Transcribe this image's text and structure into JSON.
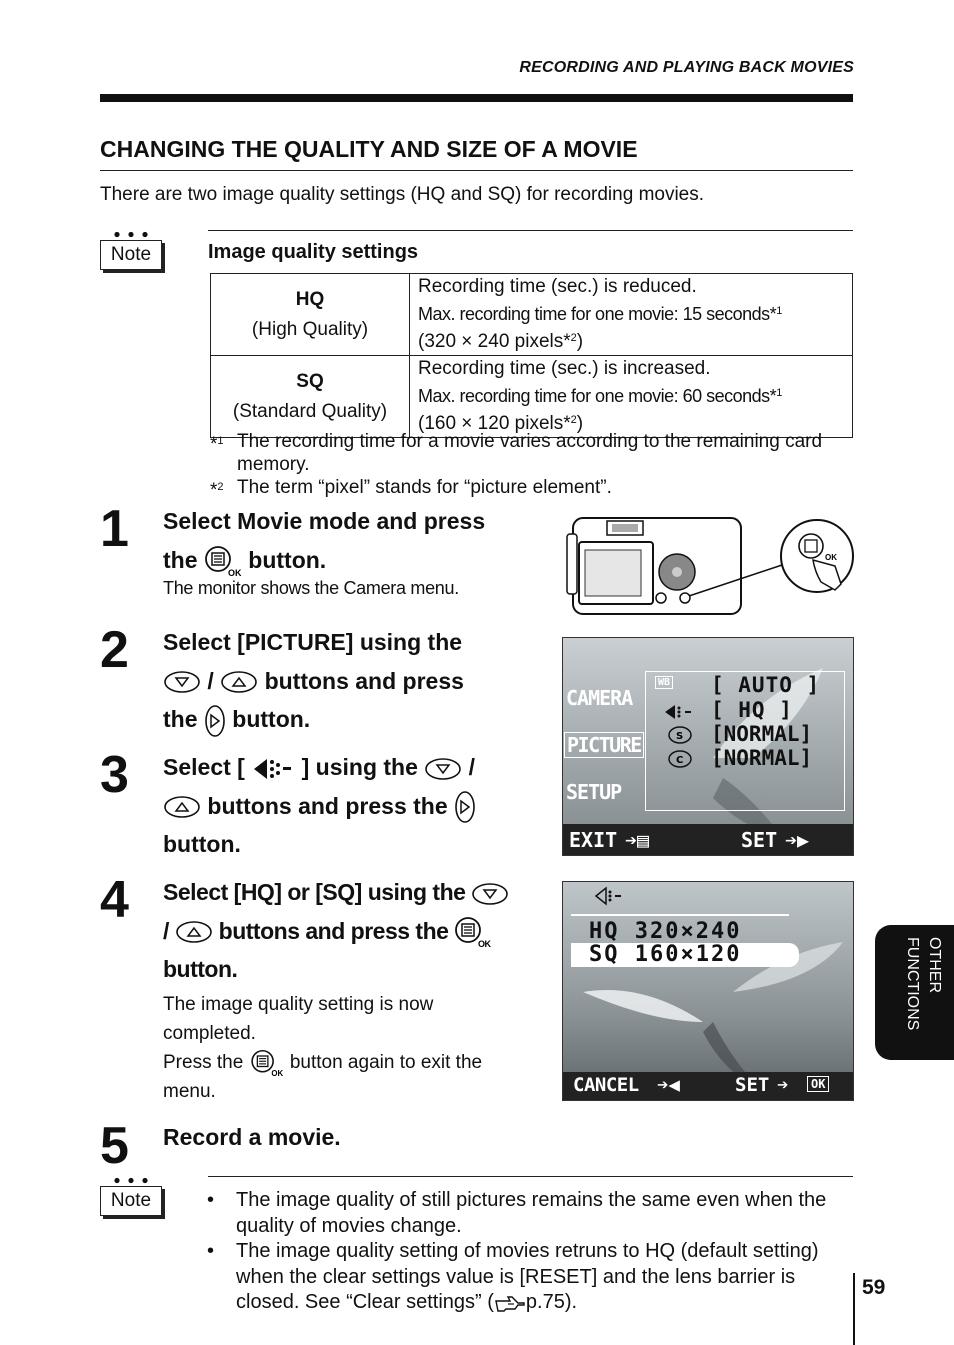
{
  "header": {
    "running_title": "RECORDING AND PLAYING BACK MOVIES"
  },
  "section": {
    "title": "CHANGING THE QUALITY AND SIZE OF A MOVIE",
    "intro": "There are two image quality settings (HQ and SQ) for recording movies."
  },
  "note_label": "Note",
  "image_quality": {
    "title": "Image quality settings",
    "rows": [
      {
        "code": "HQ",
        "name": "(High Quality)",
        "line1": "Recording time (sec.) is reduced.",
        "line2": "Max. recording time for one movie: 15 seconds*",
        "line2_sup": "1",
        "line3a": "(320 × 240 pixels*",
        "line3_sup": "2",
        "line3b": ")"
      },
      {
        "code": "SQ",
        "name": "(Standard Quality)",
        "line1": "Recording time (sec.) is increased.",
        "line2": "Max. recording time for one movie: 60 seconds*",
        "line2_sup": "1",
        "line3a": "(160 × 120 pixels*",
        "line3_sup": "2",
        "line3b": ")"
      }
    ],
    "footnotes": [
      {
        "mark": "*",
        "num": "1",
        "text": "The recording time for a movie varies according to the remaining card memory."
      },
      {
        "mark": "*",
        "num": "2",
        "text": "The term “pixel” stands for “picture element”."
      }
    ]
  },
  "steps": {
    "s1": {
      "num": "1",
      "line1": "Select Movie mode and press",
      "line2a": "the",
      "line2b": "button.",
      "sub": "The monitor shows the Camera menu."
    },
    "s2": {
      "num": "2",
      "line1": "Select [PICTURE] using the",
      "line2a": "/",
      "line2b": "buttons and press",
      "line3a": "the",
      "line3b": "button."
    },
    "s3": {
      "num": "3",
      "line1a": "Select [",
      "line1b": "] using the",
      "line1c": "/",
      "line2": "buttons and press the",
      "line3": "button."
    },
    "s4": {
      "num": "4",
      "line1": "Select [HQ] or [SQ] using the",
      "line2a": "/",
      "line2b": "buttons and press the",
      "line3": "button.",
      "sub1": "The image quality setting is now",
      "sub2": "completed.",
      "sub3a": "Press the",
      "sub3b": "button again to exit the",
      "sub4": "menu."
    },
    "s5": {
      "num": "5",
      "line1": "Record a movie."
    }
  },
  "lcd_menu": {
    "tabs": [
      "CAMERA",
      "PICTURE",
      "SETUP"
    ],
    "rows": [
      {
        "icon": "WB",
        "value": "[ AUTO ]"
      },
      {
        "icon": "quality-icon",
        "value": "[  HQ  ]"
      },
      {
        "icon": "sharpness-icon",
        "value": "[NORMAL]"
      },
      {
        "icon": "contrast-icon",
        "value": "[NORMAL]"
      }
    ],
    "footer_left": "EXIT",
    "footer_right": "SET"
  },
  "lcd_quality": {
    "options": [
      "HQ  320×240",
      "SQ  160×120"
    ],
    "footer_left": "CANCEL",
    "footer_right": "SET",
    "ok_badge": "OK"
  },
  "camera_illustration": {
    "ok_badge": "OK"
  },
  "side_tab": {
    "line1": "OTHER",
    "line2": "FUNCTIONS"
  },
  "notes_bottom": [
    "The image quality of still pictures remains the same even when the quality of movies change.",
    "The image quality setting of movies retruns to HQ (default setting) when the clear settings value is [RESET] and the lens barrier is closed. See “Clear settings” ("
  ],
  "notes_bottom_ref": "p.75).",
  "bullet_char": "•",
  "page_number": "59"
}
